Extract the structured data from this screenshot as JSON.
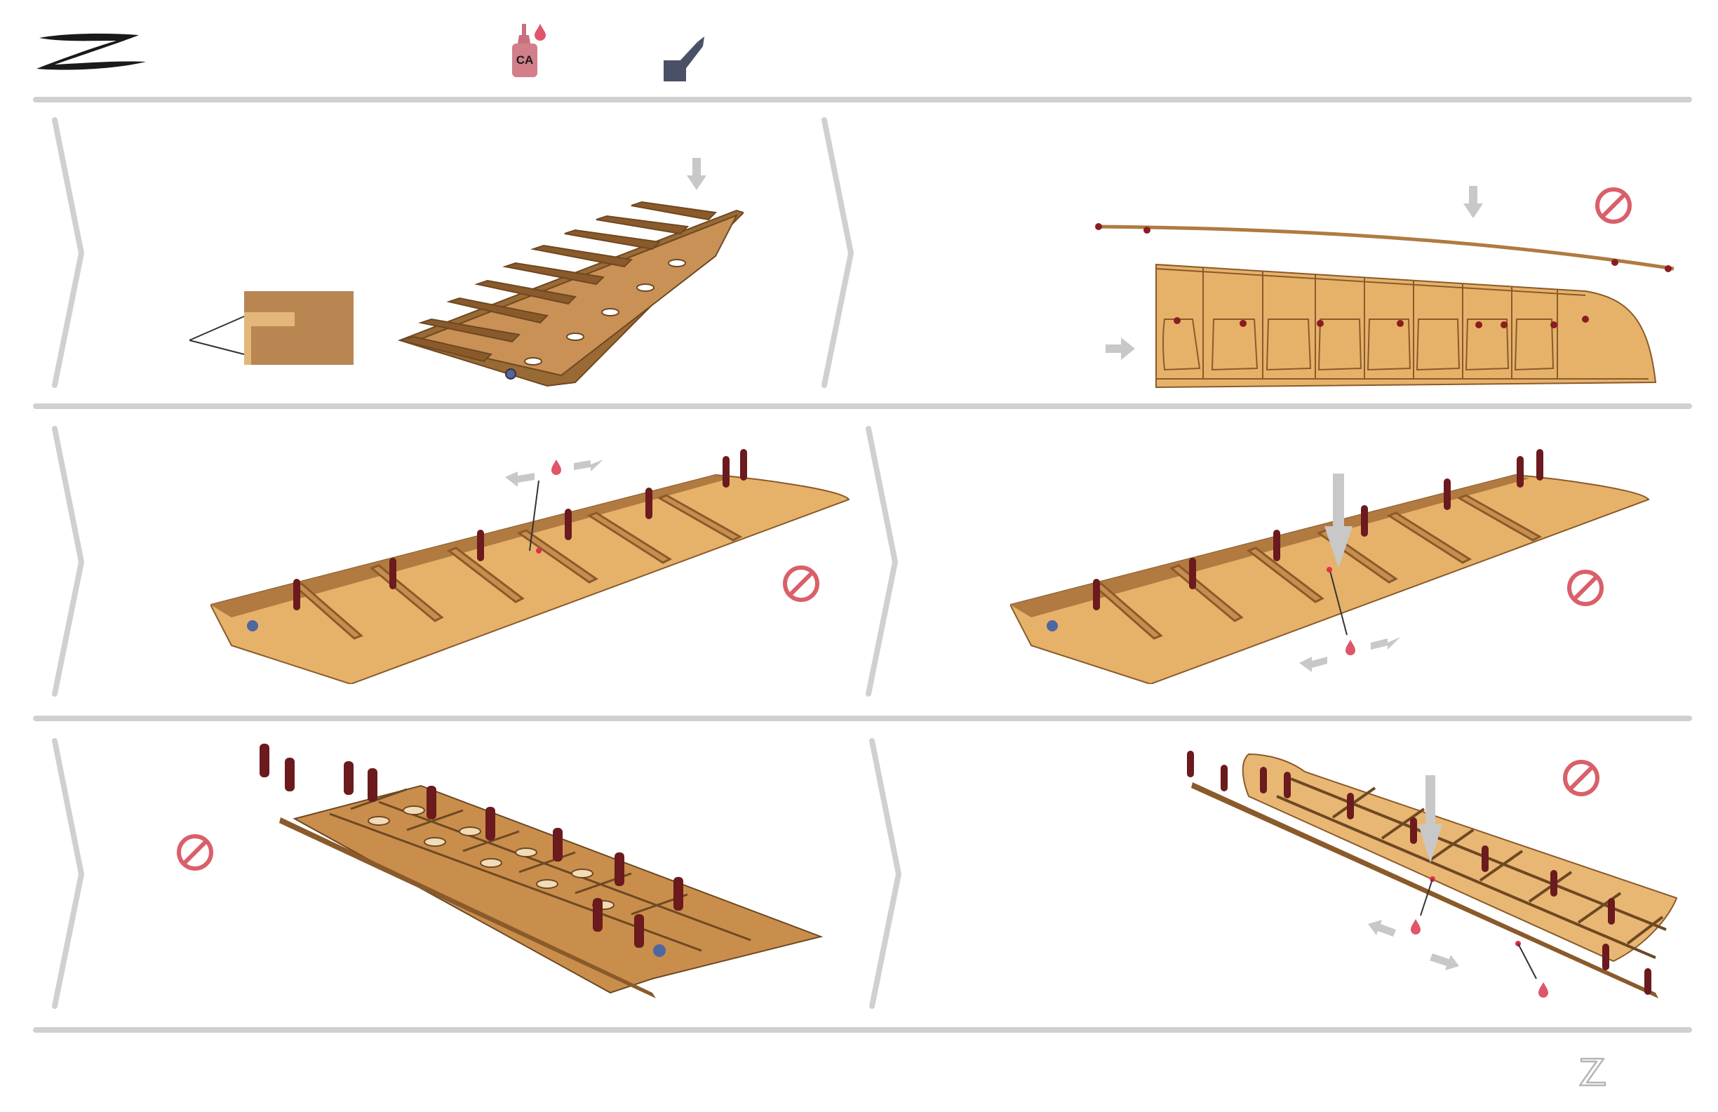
{
  "header": {
    "brand_logo": "z-logo",
    "tools": [
      {
        "icon": "ca-glue-bottle-icon",
        "label": "CA"
      },
      {
        "icon": "hobby-knife-icon"
      }
    ]
  },
  "steps": [
    {
      "panel": "step-1",
      "icons": [
        "down-arrow-icon"
      ]
    },
    {
      "panel": "step-2",
      "icons": [
        "down-arrow-icon",
        "right-arrow-icon",
        "no-sign-icon"
      ]
    },
    {
      "panel": "step-3",
      "icons": [
        "glue-drop-icon",
        "left-right-arrows-icon",
        "no-sign-icon"
      ]
    },
    {
      "panel": "step-4",
      "icons": [
        "down-arrow-icon",
        "glue-drop-icon",
        "left-right-arrows-icon",
        "no-sign-icon"
      ]
    },
    {
      "panel": "step-5",
      "icons": [
        "no-sign-icon"
      ]
    },
    {
      "panel": "step-6",
      "icons": [
        "down-arrow-icon",
        "glue-drop-icon",
        "left-right-arrows-icon",
        "no-sign-icon"
      ]
    }
  ],
  "colors": {
    "wood": "#d9a05a",
    "wood_dark": "#8a5a2a",
    "pin": "#6b1a1e",
    "no_sign": "#d9606a",
    "rule": "#d0d0d0",
    "arrow": "#c8c8c8",
    "tool_dark": "#4a5066"
  },
  "footer": {
    "logo": "z-outline-logo"
  }
}
